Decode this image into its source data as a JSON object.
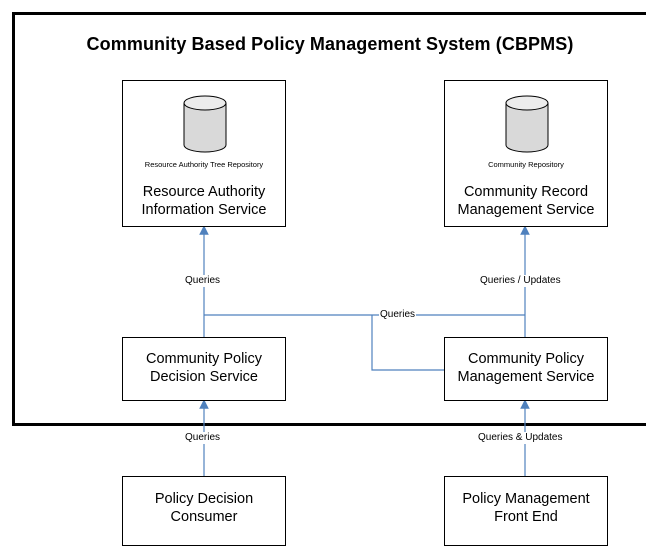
{
  "title": "Community Based Policy Management System (CBPMS)",
  "nodes": {
    "rais": {
      "repository": "Resource Authority Tree Repository",
      "line1": "Resource Authority",
      "line2": "Information Service"
    },
    "crms": {
      "repository": "Community Repository",
      "line1": "Community Record",
      "line2": "Management Service"
    },
    "cpds": {
      "line1": "Community Policy",
      "line2": "Decision Service"
    },
    "cpms": {
      "line1": "Community Policy",
      "line2": "Management Service"
    },
    "pdc": {
      "line1": "Policy Decision",
      "line2": "Consumer"
    },
    "pmfe": {
      "line1": "Policy Management",
      "line2": "Front End"
    }
  },
  "edges": {
    "cpds_to_rais": "Queries",
    "cpms_to_crms": "Queries / Updates",
    "cpms_queries": "Queries",
    "pdc_to_cpds": "Queries",
    "pmfe_to_cpms": "Queries & Updates"
  },
  "colors": {
    "connector": "#4f81bd",
    "border": "#000000",
    "cylinder_fill": "#d9d9d9"
  }
}
